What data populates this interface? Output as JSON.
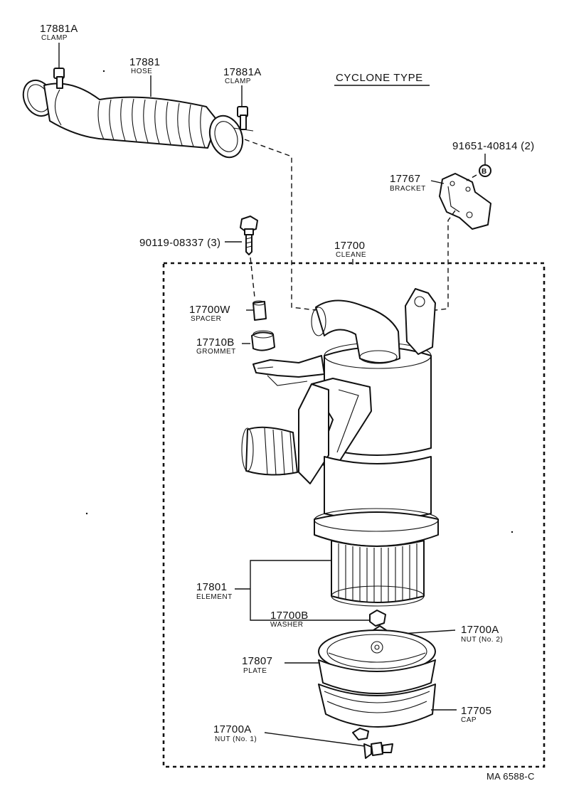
{
  "title": "CYCLONE TYPE",
  "figure_code": "MA 6588-C",
  "parts": {
    "clamp_left": {
      "number": "17881A",
      "name": "CLAMP"
    },
    "hose": {
      "number": "17881",
      "name": "HOSE"
    },
    "clamp_right": {
      "number": "17881A",
      "name": "CLAMP"
    },
    "nut_b": {
      "number": "91651-40814 (2)",
      "marker": "B"
    },
    "bracket": {
      "number": "17767",
      "name": "BRACKET"
    },
    "bolt": {
      "number": "90119-08337 (3)"
    },
    "cleaner": {
      "number": "17700",
      "name": "CLEANE"
    },
    "spacer": {
      "number": "17700W",
      "name": "SPACER"
    },
    "grommet": {
      "number": "17710B",
      "name": "GROMMET"
    },
    "element": {
      "number": "17801",
      "name": "ELEMENT"
    },
    "washer": {
      "number": "17700B",
      "name": "WASHER"
    },
    "nut_no2": {
      "number": "17700A",
      "name": "NUT (No. 2)"
    },
    "plate": {
      "number": "17807",
      "name": "PLATE"
    },
    "cap": {
      "number": "17705",
      "name": "CAP"
    },
    "nut_no1": {
      "number": "17700A",
      "name": "NUT (No. 1)"
    }
  }
}
